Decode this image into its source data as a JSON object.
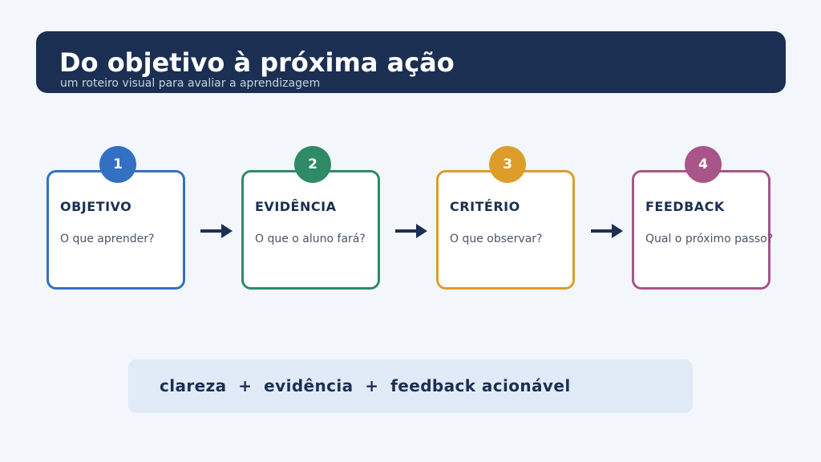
{
  "header": {
    "title": "Do objetivo à próxima ação",
    "subtitle": "um roteiro visual para avaliar a aprendizagem"
  },
  "steps": [
    {
      "number": "1",
      "title": "OBJETIVO",
      "description": "O que aprender?",
      "color": "#3370c4"
    },
    {
      "number": "2",
      "title": "EVIDÊNCIA",
      "description": "O que o aluno fará?",
      "color": "#2f8a67"
    },
    {
      "number": "3",
      "title": "CRITÉRIO",
      "description": "O que observar?",
      "color": "#dd9d2b"
    },
    {
      "number": "4",
      "title": "FEEDBACK",
      "description": "Qual o próximo passo?",
      "color": "#a8558a"
    }
  ],
  "arrow_color": "#1b2f52",
  "footer": {
    "text": "clareza  +  evidência  +  feedback acionável"
  }
}
